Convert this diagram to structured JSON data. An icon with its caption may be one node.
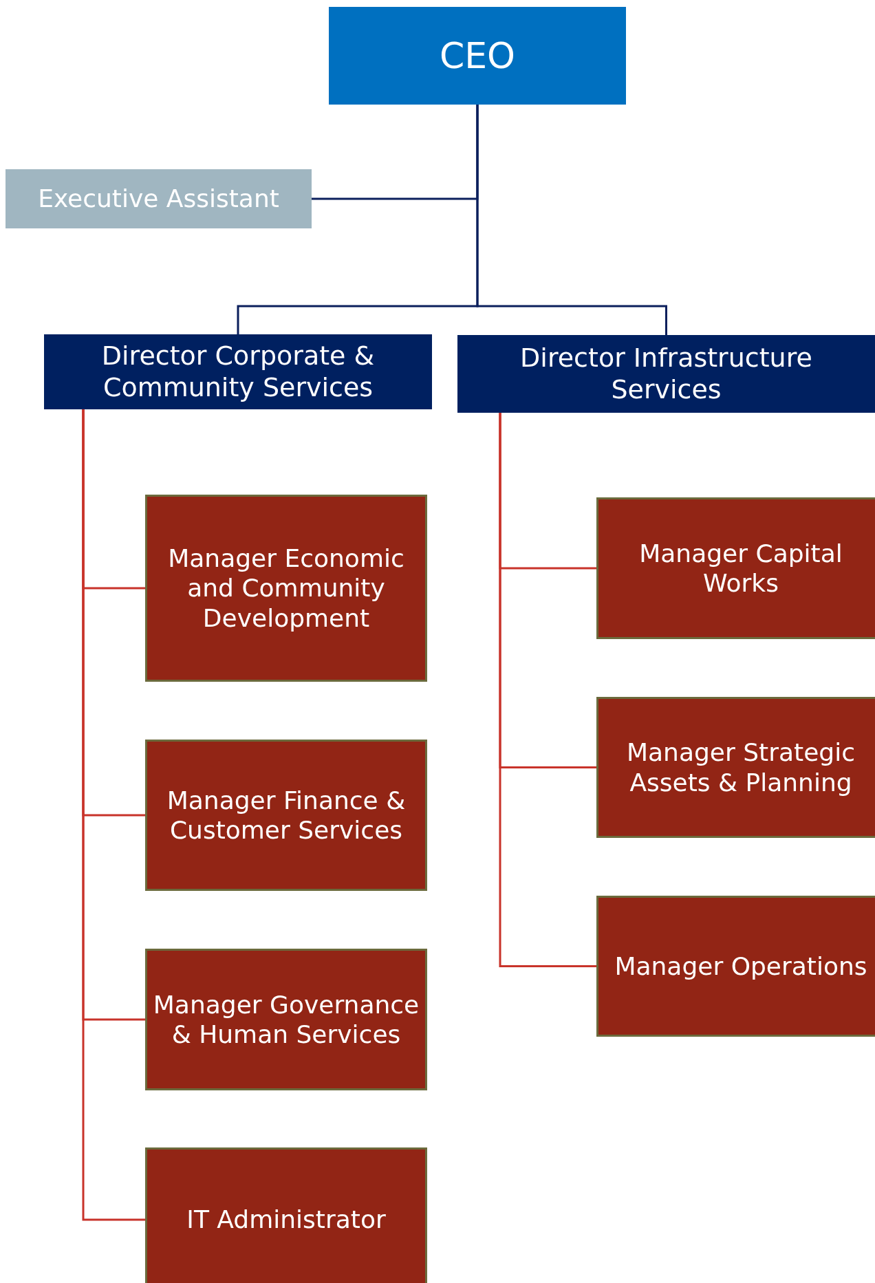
{
  "diagram": {
    "nodes": [
      {
        "text": [
          "CEO"
        ]
      },
      {
        "text": [
          "Executive Assistant"
        ]
      },
      {
        "text": [
          "Director Corporate & Community Services"
        ]
      },
      {
        "text": [
          "Director Infrastructure Services"
        ]
      },
      {
        "text": [
          "Manager Economic and Community Development"
        ]
      },
      {
        "text": [
          "Manager Finance & Customer Services"
        ]
      },
      {
        "text": [
          "Manager Governance & Human Services"
        ]
      },
      {
        "text": [
          "IT Administrator"
        ]
      },
      {
        "text": [
          "Manager Capital Works"
        ]
      },
      {
        "text": [
          "Manager Strategic Assets & Planning"
        ]
      },
      {
        "text": [
          "Manager Operations"
        ]
      }
    ],
    "edges": [
      {
        "from": 0,
        "to": 1,
        "arrow": "none",
        "color": "#0b1f5c"
      },
      {
        "from": 0,
        "to": 2,
        "arrow": "none",
        "color": "#0b1f5c"
      },
      {
        "from": 0,
        "to": 3,
        "arrow": "none",
        "color": "#0b1f5c"
      },
      {
        "from": 2,
        "to": 4,
        "arrow": "none"
      },
      {
        "from": 2,
        "to": 5,
        "arrow": "none"
      },
      {
        "from": 2,
        "to": 6,
        "arrow": "none"
      },
      {
        "from": 2,
        "to": 7,
        "arrow": "none"
      },
      {
        "from": 3,
        "to": 8,
        "arrow": "none"
      },
      {
        "from": 3,
        "to": 9,
        "arrow": "none"
      },
      {
        "from": 3,
        "to": 10,
        "arrow": "none"
      }
    ]
  }
}
